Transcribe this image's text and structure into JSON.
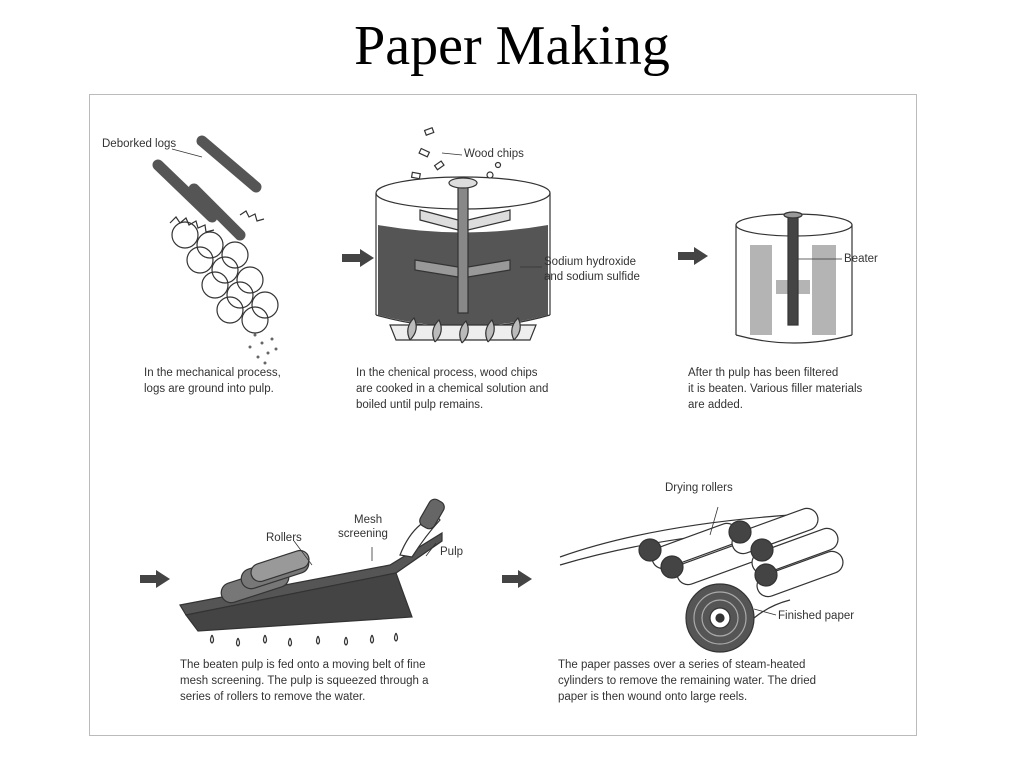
{
  "title": "Paper Making",
  "labels": {
    "deborked_logs": "Deborked logs",
    "wood_chips": "Wood chips",
    "sodium_line1": "Sodium hydroxide",
    "sodium_line2": "and sodium sulfide",
    "beater": "Beater",
    "rollers": "Rollers",
    "mesh_line1": "Mesh",
    "mesh_line2": "screening",
    "pulp": "Pulp",
    "drying_rollers": "Drying rollers",
    "finished_paper": "Finished paper"
  },
  "captions": {
    "mechanical": [
      "In the mechanical process,",
      "logs are ground into pulp."
    ],
    "chemical": [
      "In the chenical process, wood chips",
      "are cooked in a chemical solution and",
      "boiled until pulp remains."
    ],
    "beaten": [
      "After th pulp has been filtered",
      "it is beaten. Various filler materials",
      "are added."
    ],
    "screening": [
      "The beaten pulp is fed onto a moving belt of fine",
      "mesh screening. The pulp is squeezed through a",
      "series of rollers to remove the water."
    ],
    "drying": [
      "The paper passes over a series of steam-heated",
      "cylinders to remove the remaining water. The dried",
      "paper is then wound onto large reels."
    ]
  },
  "colors": {
    "ink": "#333333",
    "dark_fill": "#555555",
    "arrow": "#444444"
  }
}
